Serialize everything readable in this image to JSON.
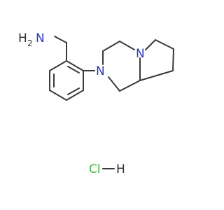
{
  "molecule": {
    "aminomethyl_group": {
      "n_label": "N",
      "h_label": "H",
      "h2_sub": "2"
    },
    "ring_n1": "N",
    "ring_n2": "N",
    "salt": {
      "cl_label": "Cl",
      "dash": "—",
      "h_label": "H"
    }
  },
  "colors": {
    "bond": "#3a3a3a",
    "nitrogen": "#2b3bbf",
    "chlorine": "#3fb63f",
    "hydrogen": "#2f2f2f"
  }
}
